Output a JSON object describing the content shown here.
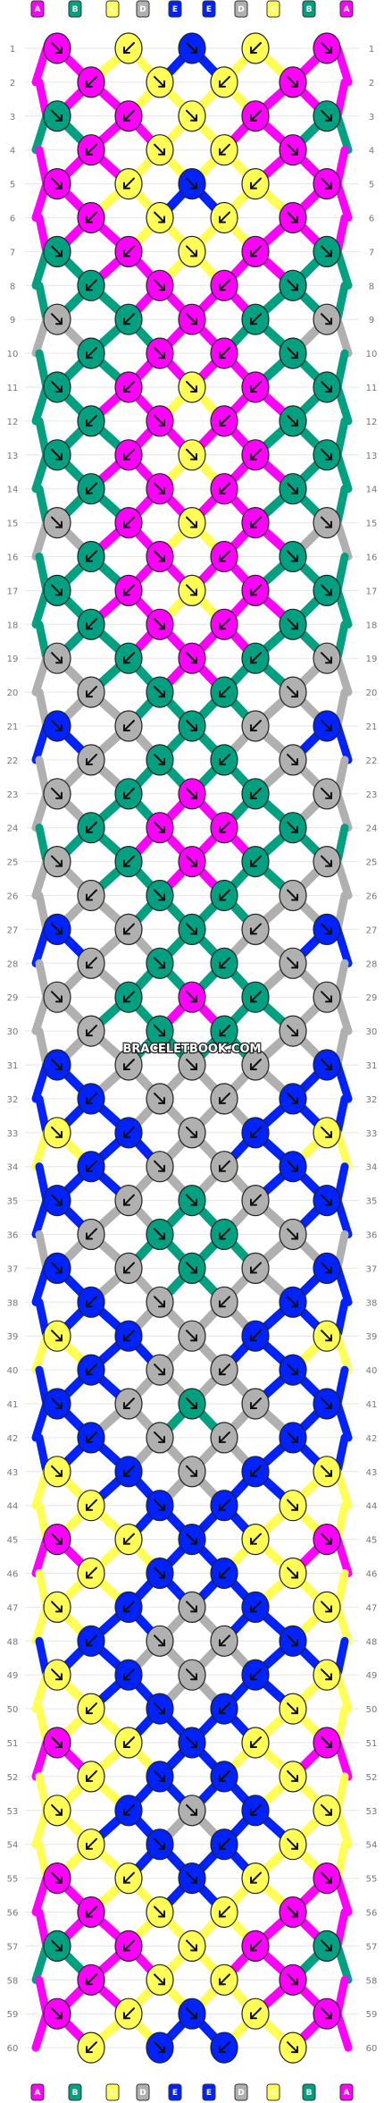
{
  "watermark": "BRACELETBOOK.COM",
  "colors": {
    "A": "#ff00ff",
    "B": "#00a080",
    "C": "#ffff55",
    "D": "#b0b0b0",
    "E": "#0022ff"
  },
  "strand_order": [
    "A",
    "B",
    "C",
    "D",
    "E",
    "E",
    "D",
    "C",
    "B",
    "A"
  ],
  "row_labels": [
    "1",
    "2",
    "3",
    "4",
    "5",
    "6",
    "7",
    "8",
    "9",
    "10",
    "11",
    "12",
    "13",
    "14",
    "15",
    "16",
    "17",
    "18",
    "19",
    "20",
    "21",
    "22",
    "23",
    "24",
    "25",
    "26",
    "27",
    "28",
    "29",
    "30",
    "31",
    "32",
    "33",
    "34",
    "35",
    "36",
    "37",
    "38",
    "39",
    "40",
    "41",
    "42",
    "43",
    "44",
    "45",
    "46",
    "47",
    "48",
    "49",
    "50",
    "51",
    "52",
    "53",
    "54",
    "55",
    "56",
    "57",
    "58",
    "59",
    "60"
  ],
  "knot_arrow_icon": "arrow-icon",
  "knots": [
    [
      "A",
      "C",
      "E",
      "C",
      "A"
    ],
    [
      "A",
      "C",
      "C",
      "A"
    ],
    [
      "B",
      "A",
      "C",
      "A",
      "B"
    ],
    [
      "A",
      "C",
      "C",
      "A"
    ],
    [
      "A",
      "C",
      "E",
      "C",
      "A"
    ],
    [
      "A",
      "C",
      "C",
      "A"
    ],
    [
      "B",
      "A",
      "C",
      "A",
      "B"
    ],
    [
      "B",
      "A",
      "A",
      "B"
    ],
    [
      "D",
      "B",
      "A",
      "B",
      "D"
    ],
    [
      "B",
      "A",
      "A",
      "B"
    ],
    [
      "B",
      "A",
      "C",
      "A",
      "B"
    ],
    [
      "B",
      "A",
      "A",
      "B"
    ],
    [
      "B",
      "A",
      "C",
      "A",
      "B"
    ],
    [
      "B",
      "A",
      "A",
      "B"
    ],
    [
      "D",
      "A",
      "C",
      "A",
      "D"
    ],
    [
      "B",
      "A",
      "A",
      "B"
    ],
    [
      "B",
      "A",
      "C",
      "A",
      "B"
    ],
    [
      "B",
      "A",
      "A",
      "B"
    ],
    [
      "D",
      "B",
      "A",
      "B",
      "D"
    ],
    [
      "D",
      "B",
      "B",
      "D"
    ],
    [
      "E",
      "D",
      "B",
      "D",
      "E"
    ],
    [
      "D",
      "B",
      "B",
      "D"
    ],
    [
      "D",
      "B",
      "A",
      "B",
      "D"
    ],
    [
      "B",
      "A",
      "A",
      "B"
    ],
    [
      "D",
      "B",
      "A",
      "B",
      "D"
    ],
    [
      "D",
      "B",
      "B",
      "D"
    ],
    [
      "E",
      "D",
      "B",
      "D",
      "E"
    ],
    [
      "D",
      "B",
      "B",
      "D"
    ],
    [
      "D",
      "B",
      "A",
      "B",
      "D"
    ],
    [
      "D",
      "B",
      "B",
      "D"
    ],
    [
      "E",
      "D",
      "D",
      "D",
      "E"
    ],
    [
      "E",
      "D",
      "D",
      "E"
    ],
    [
      "C",
      "E",
      "D",
      "E",
      "C"
    ],
    [
      "E",
      "D",
      "D",
      "E"
    ],
    [
      "E",
      "D",
      "B",
      "D",
      "E"
    ],
    [
      "D",
      "B",
      "B",
      "D"
    ],
    [
      "E",
      "D",
      "B",
      "D",
      "E"
    ],
    [
      "E",
      "D",
      "D",
      "E"
    ],
    [
      "C",
      "E",
      "D",
      "E",
      "C"
    ],
    [
      "E",
      "D",
      "D",
      "E"
    ],
    [
      "E",
      "D",
      "B",
      "D",
      "E"
    ],
    [
      "E",
      "D",
      "D",
      "E"
    ],
    [
      "C",
      "E",
      "D",
      "E",
      "C"
    ],
    [
      "C",
      "E",
      "E",
      "C"
    ],
    [
      "A",
      "C",
      "E",
      "C",
      "A"
    ],
    [
      "C",
      "E",
      "E",
      "C"
    ],
    [
      "C",
      "E",
      "D",
      "E",
      "C"
    ],
    [
      "E",
      "D",
      "D",
      "E"
    ],
    [
      "C",
      "E",
      "D",
      "E",
      "C"
    ],
    [
      "C",
      "E",
      "E",
      "C"
    ],
    [
      "A",
      "C",
      "E",
      "C",
      "A"
    ],
    [
      "C",
      "E",
      "E",
      "C"
    ],
    [
      "C",
      "E",
      "D",
      "E",
      "C"
    ],
    [
      "C",
      "E",
      "E",
      "C"
    ],
    [
      "A",
      "C",
      "E",
      "C",
      "A"
    ],
    [
      "A",
      "C",
      "C",
      "A"
    ],
    [
      "B",
      "A",
      "C",
      "A",
      "B"
    ],
    [
      "A",
      "C",
      "C",
      "A"
    ],
    [
      "A",
      "C",
      "E",
      "C",
      "A"
    ],
    [
      "C",
      "E",
      "E",
      "C"
    ]
  ]
}
